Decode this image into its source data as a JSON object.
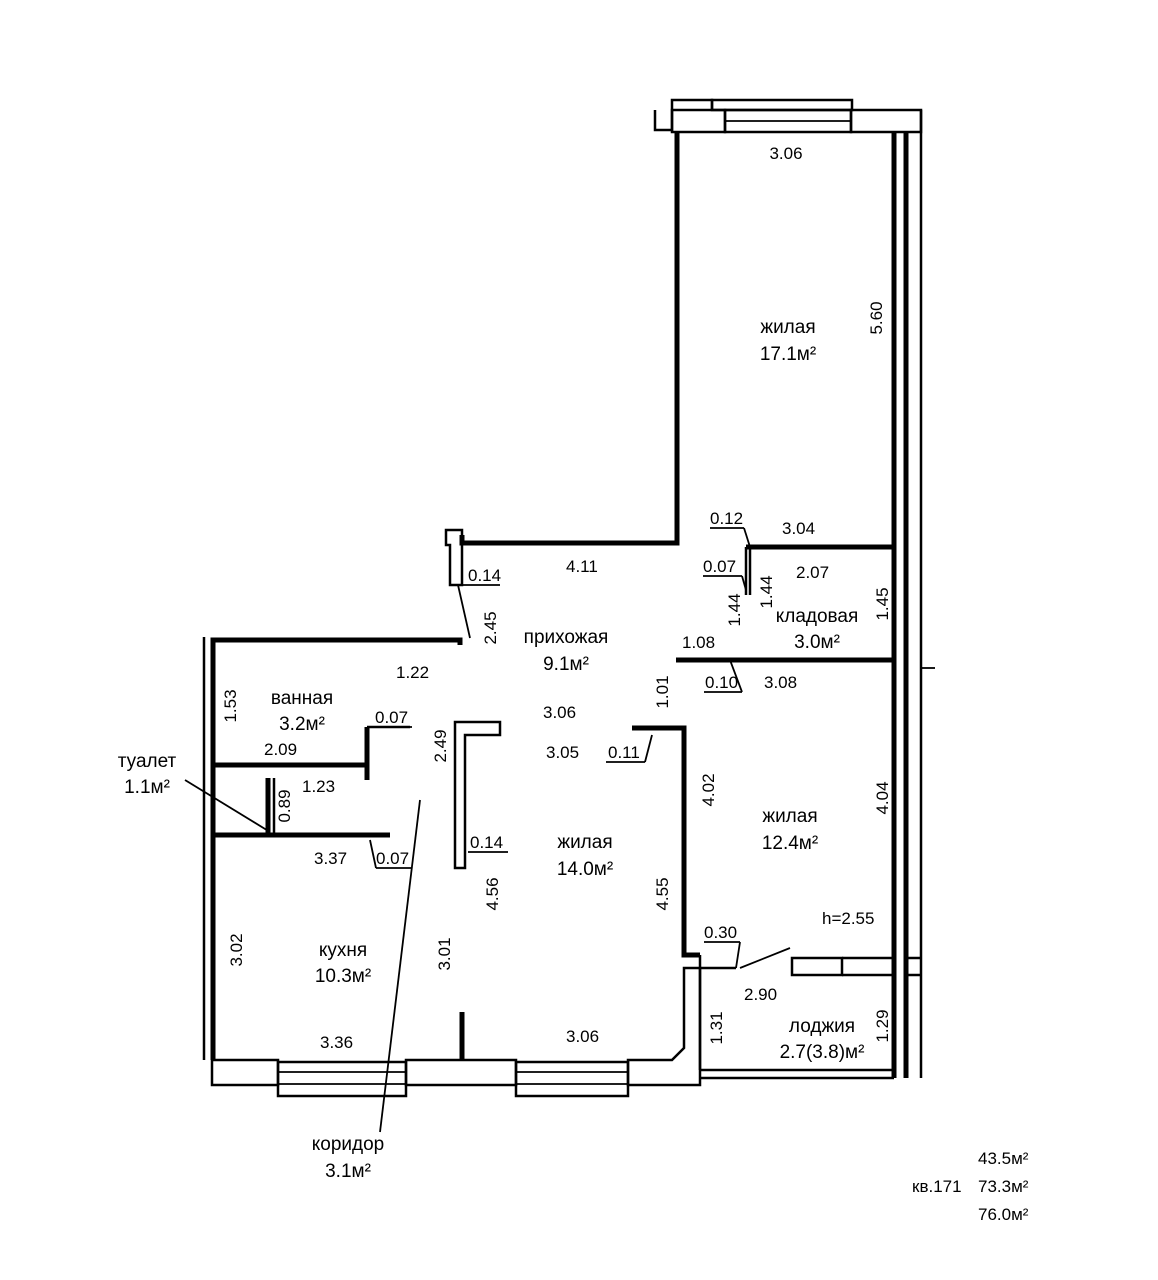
{
  "rooms": {
    "living1": {
      "name": "жилая",
      "area": "17.1м²"
    },
    "hall": {
      "name": "прихожая",
      "area": "9.1м²"
    },
    "storage": {
      "name": "кладовая",
      "area": "3.0м²"
    },
    "bath": {
      "name": "ванная",
      "area": "3.2м²"
    },
    "toilet": {
      "name": "туалет",
      "area": "1.1м²"
    },
    "living2": {
      "name": "жилая",
      "area": "14.0м²"
    },
    "living3": {
      "name": "жилая",
      "area": "12.4м²"
    },
    "kitchen": {
      "name": "кухня",
      "area": "10.3м²"
    },
    "loggia": {
      "name": "лоджия",
      "area": "2.7(3.8)м²"
    },
    "corridor": {
      "name": "коридор",
      "area": "3.1м²"
    }
  },
  "dimensions": {
    "top_width": "3.06",
    "right_height": "5.60",
    "d012": "0.12",
    "d304": "3.04",
    "d007a": "0.07",
    "d207": "2.07",
    "d144a": "1.44",
    "d144b": "1.44",
    "d145": "1.45",
    "d014a": "0.14",
    "d411": "4.11",
    "d245": "2.45",
    "d122": "1.22",
    "d108": "1.08",
    "d010": "0.10",
    "d308": "3.08",
    "d101": "1.01",
    "d153": "1.53",
    "d007b": "0.07",
    "d306a": "3.06",
    "d249": "2.49",
    "d305": "3.05",
    "d011": "0.11",
    "d209": "2.09",
    "d123": "1.23",
    "d089": "0.89",
    "d402": "4.02",
    "d404": "4.04",
    "d014b": "0.14",
    "d337": "3.37",
    "d007c": "0.07",
    "d456": "4.56",
    "d455": "4.55",
    "height": "h=2.55",
    "d030": "0.30",
    "d302": "3.02",
    "d301": "3.01",
    "d290": "2.90",
    "d131": "1.31",
    "d129": "1.29",
    "d336": "3.36",
    "d306b": "3.06"
  },
  "totals": {
    "apartment": "кв.171",
    "living": "43.5м²",
    "total": "73.3м²",
    "total_with_loggia": "76.0м²"
  }
}
